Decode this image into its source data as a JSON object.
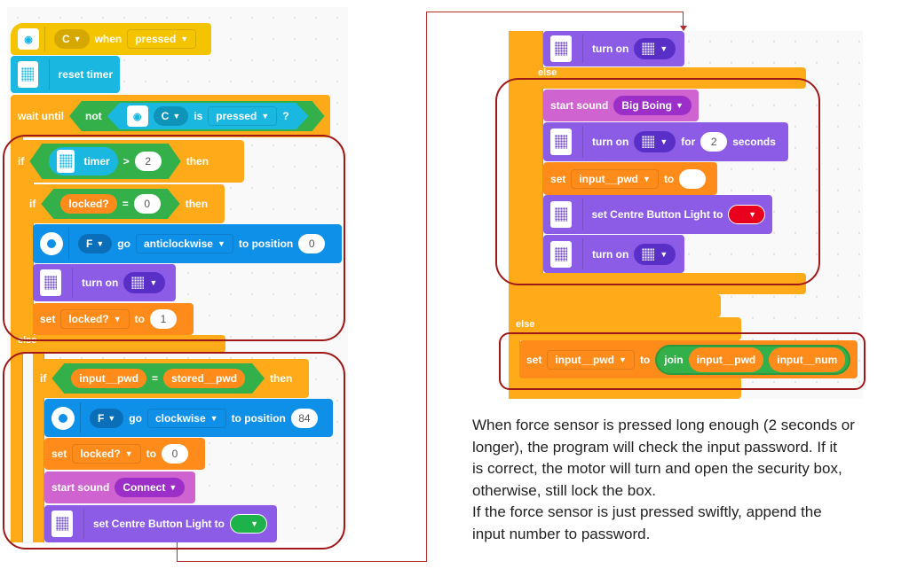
{
  "left_script": {
    "hat": {
      "port": "C",
      "when": "when",
      "state": "pressed"
    },
    "reset_timer": "reset timer",
    "wait": {
      "label": "wait until",
      "not": "not",
      "port": "C",
      "is": "is",
      "state": "pressed",
      "q": "?"
    },
    "if_timer": {
      "if": "if",
      "timer": "timer",
      "op": ">",
      "value": "2",
      "then": "then"
    },
    "if_locked": {
      "if": "if",
      "var": "locked?",
      "op": "=",
      "value": "0",
      "then": "then"
    },
    "motor1": {
      "port": "F",
      "go": "go",
      "dir": "anticlockwise",
      "to": "to position",
      "value": "0"
    },
    "turn_on": "turn on",
    "set_locked1": {
      "set": "set",
      "var": "locked?",
      "to": "to",
      "value": "1"
    },
    "else": "else",
    "if_pwd": {
      "if": "if",
      "a": "input__pwd",
      "op": "=",
      "b": "stored__pwd",
      "then": "then"
    },
    "motor2": {
      "port": "F",
      "go": "go",
      "dir": "clockwise",
      "to": "to position",
      "value": "84"
    },
    "set_locked0": {
      "set": "set",
      "var": "locked?",
      "to": "to",
      "value": "0"
    },
    "sound": {
      "label": "start sound",
      "name": "Connect"
    },
    "light": {
      "label": "set Centre Button Light to",
      "color": "#1db34a"
    }
  },
  "right_script": {
    "turn_on": "turn on",
    "else": "else",
    "sound": {
      "label": "start sound",
      "name": "Big Boing"
    },
    "turn_for": {
      "label": "turn on",
      "for": "for",
      "value": "2",
      "seconds": "seconds"
    },
    "set_pwd": {
      "set": "set",
      "var": "input__pwd",
      "to": "to"
    },
    "light": {
      "label": "set Centre Button Light to",
      "color": "#e8001c"
    },
    "turn_on2": "turn on",
    "else2": "else",
    "join": {
      "set": "set",
      "var": "input__pwd",
      "to": "to",
      "join": "join",
      "a": "input__pwd",
      "b": "input__num"
    }
  },
  "description": [
    "When force sensor is pressed long enough (2 seconds or",
    "longer), the program will check the input password. If it",
    "is correct, the motor will turn and open the security box,",
    "otherwise, still lock the box.",
    "If the force sensor is just pressed swiftly, append the",
    "input number to password."
  ]
}
